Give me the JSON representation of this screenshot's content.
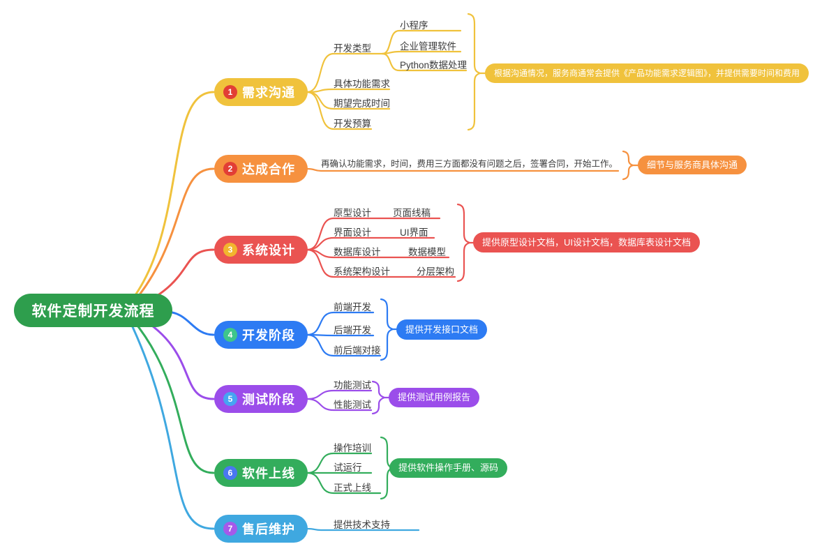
{
  "root": {
    "label": "软件定制开发流程"
  },
  "colors": {
    "root": "#2e9e4d",
    "branch1": "#f0c23c",
    "branch2": "#f6913f",
    "branch3": "#ea5351",
    "branch4": "#2d7bf3",
    "branch5": "#9b4dea",
    "branch6": "#33ad5c",
    "branch7": "#3fa8e0",
    "badge1": "#e23e35",
    "badge2": "#e23e35",
    "badge3": "#f2b52e",
    "badge4": "#3ec58b",
    "badge5": "#46a4f2",
    "badge6": "#4a77f0",
    "badge7": "#a559ea",
    "text": "#3b3b3b"
  },
  "branches": [
    {
      "num": "1",
      "label": "需求沟通",
      "items": [
        {
          "label": "开发类型",
          "children": [
            {
              "label": "小程序"
            },
            {
              "label": "企业管理软件"
            },
            {
              "label": "Python数据处理"
            }
          ]
        },
        {
          "label": "具体功能需求"
        },
        {
          "label": "期望完成时间"
        },
        {
          "label": "开发预算"
        }
      ],
      "note": "根据沟通情况，服务商通常会提供《产品功能需求逻辑图》，并提供需要时间和费用"
    },
    {
      "num": "2",
      "label": "达成合作",
      "desc": "再确认功能需求，时间，费用三方面都没有问题之后，签署合同，开始工作。",
      "note": "细节与服务商具体沟通"
    },
    {
      "num": "3",
      "label": "系统设计",
      "items": [
        {
          "label": "原型设计",
          "child": "页面线稿"
        },
        {
          "label": "界面设计",
          "child": "UI界面"
        },
        {
          "label": "数据库设计",
          "child": "数据模型"
        },
        {
          "label": "系统架构设计",
          "child": "分层架构"
        }
      ],
      "note": "提供原型设计文档，UI设计文档，数据库表设计文档"
    },
    {
      "num": "4",
      "label": "开发阶段",
      "items": [
        {
          "label": "前端开发"
        },
        {
          "label": "后端开发"
        },
        {
          "label": "前后端对接"
        }
      ],
      "note": "提供开发接口文档"
    },
    {
      "num": "5",
      "label": "测试阶段",
      "items": [
        {
          "label": "功能测试"
        },
        {
          "label": "性能测试"
        }
      ],
      "note": "提供测试用例报告"
    },
    {
      "num": "6",
      "label": "软件上线",
      "items": [
        {
          "label": "操作培训"
        },
        {
          "label": "试运行"
        },
        {
          "label": "正式上线"
        }
      ],
      "note": "提供软件操作手册、源码"
    },
    {
      "num": "7",
      "label": "售后维护",
      "items": [
        {
          "label": "提供技术支持"
        }
      ]
    }
  ]
}
